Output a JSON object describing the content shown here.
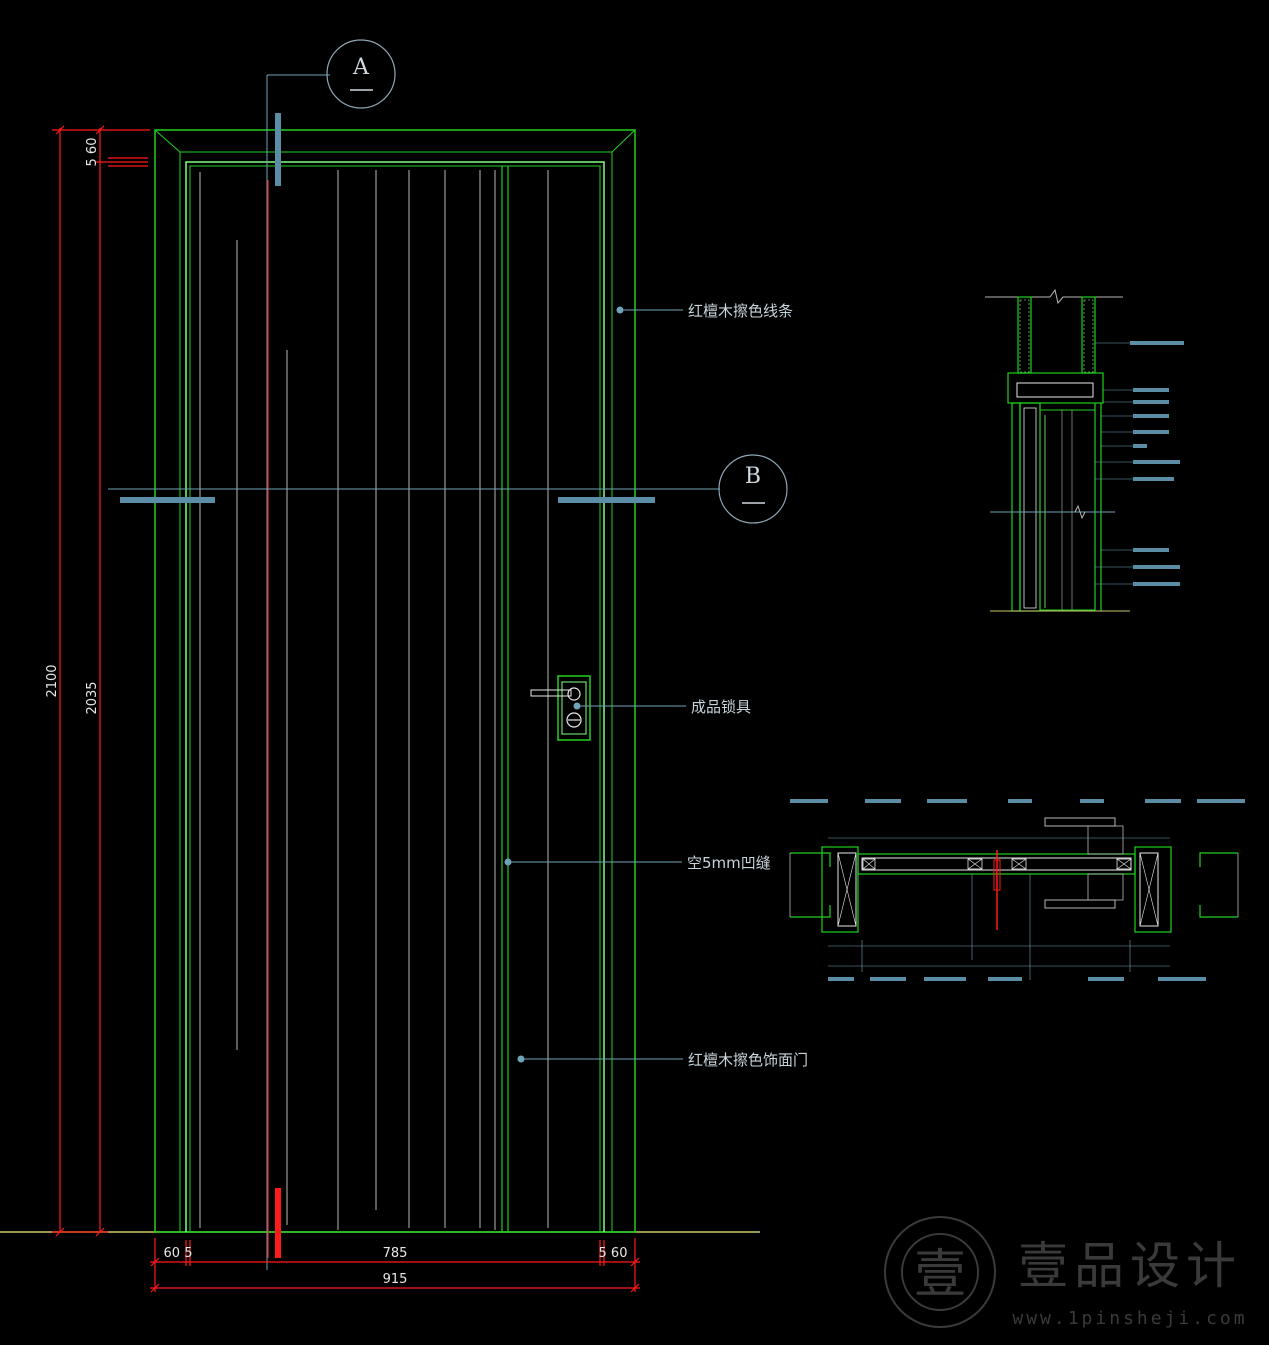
{
  "section_markers": [
    {
      "id": "marker-a",
      "label": "A"
    },
    {
      "id": "marker-b",
      "label": "B"
    }
  ],
  "callouts": [
    {
      "id": "callout-frame-trim",
      "text": "红檀木擦色线条"
    },
    {
      "id": "callout-lockset",
      "text": "成品锁具"
    },
    {
      "id": "callout-groove",
      "text": "空5mm凹缝"
    },
    {
      "id": "callout-door-leaf",
      "text": "红檀木擦色饰面门"
    }
  ],
  "dimensions": {
    "top_left": "5 60",
    "overall_height": "2100",
    "leaf_height": "2035",
    "bottom_left": "60 5",
    "bottom_center": "785",
    "bottom_right": "5 60",
    "overall_width": "915"
  },
  "watermark": {
    "seal_glyph": "壹",
    "brand": "壹品设计",
    "url": "www.1pinsheji.com"
  },
  "colors": {
    "background": "#000000",
    "frame_green": "#1fd11f",
    "inner_green": "#7fff7f",
    "grain_gray": "#b8b8b8",
    "dimension_red": "#ff1a1a",
    "leader_blue": "#6fa3b8",
    "section_tag_blue": "#5b8ea6",
    "floor_yellow": "#c8c86a"
  }
}
